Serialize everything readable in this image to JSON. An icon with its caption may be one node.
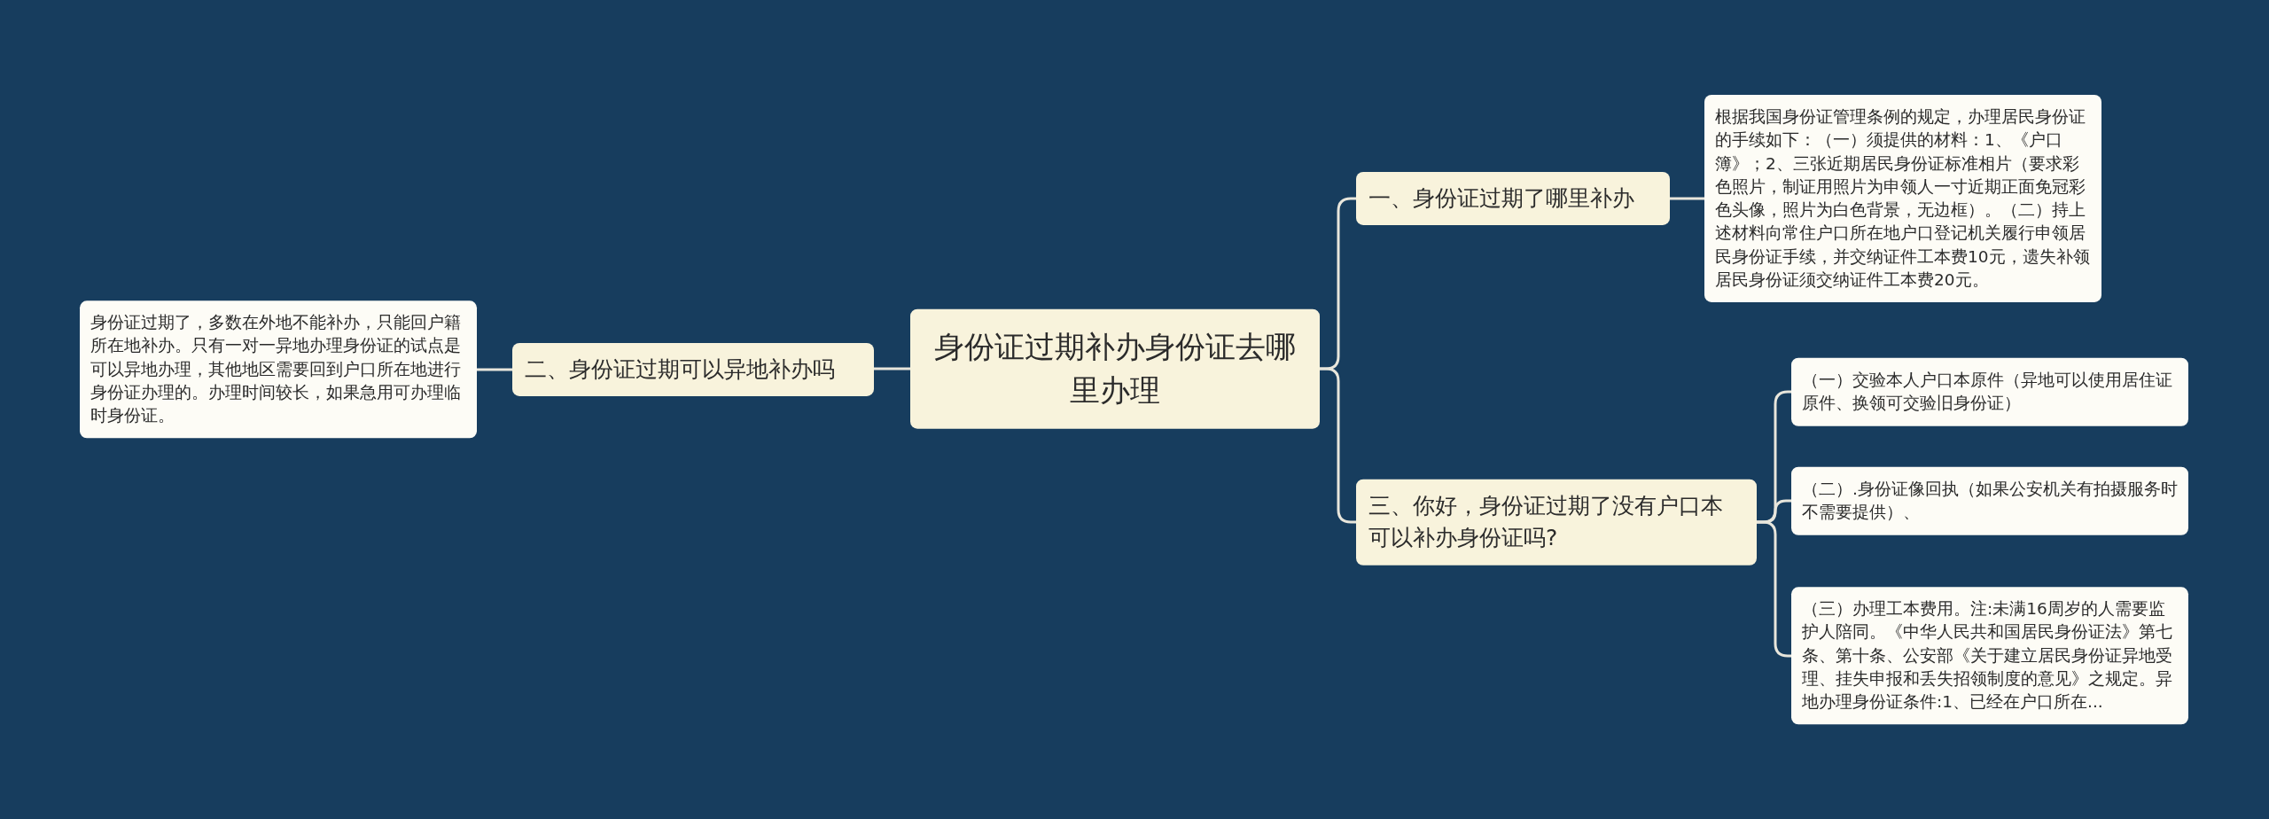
{
  "diagram": {
    "nodes": [
      {
        "text": [
          "身份证过期补办身份证去哪里办理"
        ]
      },
      {
        "text": [
          "一、身份证过期了哪里补办"
        ]
      },
      {
        "text": [
          "根据我国身份证管理条例的规定，办理居民身份证的手续如下：（一）须提供的材料：1、《户口簿》；2、三张近期居民身份证标准相片（要求彩色照片，制证用照片为申领人一寸近期正面免冠彩色头像，照片为白色背景，无边框）。（二）持上述材料向常住户口所在地户口登记机关履行申领居民身份证手续，并交纳证件工本费10元，遗失补领居民身份证须交纳证件工本费20元。"
        ]
      },
      {
        "text": [
          "二、身份证过期可以异地补办吗"
        ]
      },
      {
        "text": [
          "身份证过期了，多数在外地不能补办，只能回户籍所在地补办。只有一对一异地办理身份证的试点是可以异地办理，其他地区需要回到户口所在地进行身份证办理的。办理时间较长，如果急用可办理临时身份证。"
        ]
      },
      {
        "text": [
          "三、你好，身份证过期了没有户口本可以补办身份证吗?"
        ]
      },
      {
        "text": [
          "（一）交验本人户口本原件（异地可以使用居住证原件、换领可交验旧身份证）"
        ]
      },
      {
        "text": [
          "（二）.身份证像回执（如果公安机关有拍摄服务时不需要提供）、"
        ]
      },
      {
        "text": [
          "（三）办理工本费用。注:未满16周岁的人需要监护人陪同。《中华人民共和国居民身份证法》第七条、第十条、公安部《关于建立居民身份证异地受理、挂失申报和丢失招领制度的意见》之规定。异地办理身份证条件:1、已经在户口所在..."
        ]
      }
    ],
    "edges": [
      {
        "from": 0,
        "to": 1,
        "arrow": "none"
      },
      {
        "from": 1,
        "to": 2,
        "arrow": "none"
      },
      {
        "from": 0,
        "to": 3,
        "arrow": "none"
      },
      {
        "from": 3,
        "to": 4,
        "arrow": "none"
      },
      {
        "from": 0,
        "to": 5,
        "arrow": "none"
      },
      {
        "from": 5,
        "to": 6,
        "arrow": "none"
      },
      {
        "from": 5,
        "to": 7,
        "arrow": "none"
      },
      {
        "from": 5,
        "to": 8,
        "arrow": "none"
      }
    ]
  }
}
